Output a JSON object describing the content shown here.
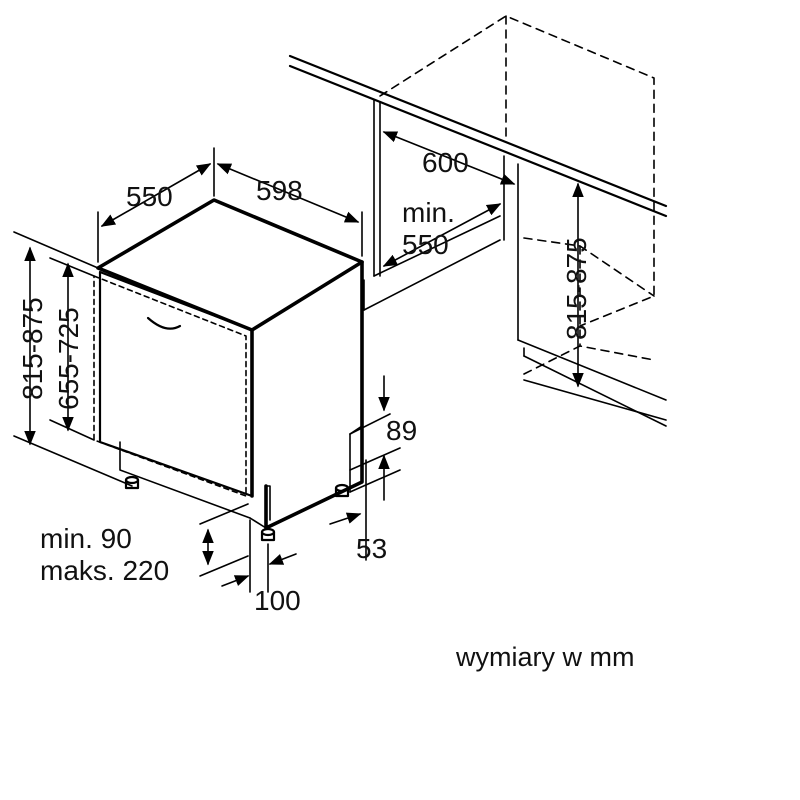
{
  "labels": {
    "depth": "550",
    "width": "598",
    "niche_depth": "600",
    "niche_min_label": "min.",
    "niche_min_value": "550",
    "niche_height": "815-875",
    "total_height": "815-875",
    "door_height": "655-725",
    "plinth_top": "89",
    "plinth_bottom": "53",
    "plinth_min": "min. 90",
    "plinth_max": "maks. 220",
    "foot_offset": "100"
  },
  "footer": {
    "units_note": "wymiary w mm"
  }
}
